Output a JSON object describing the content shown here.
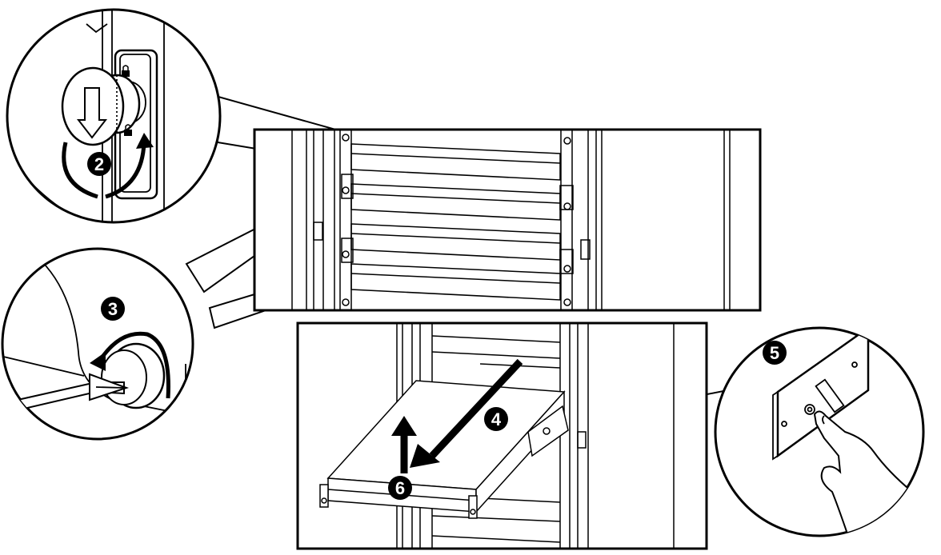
{
  "diagram": {
    "steps": [
      {
        "id": "2",
        "label": "2"
      },
      {
        "id": "3",
        "label": "3"
      },
      {
        "id": "4",
        "label": "4"
      },
      {
        "id": "5",
        "label": "5"
      },
      {
        "id": "6",
        "label": "6"
      }
    ],
    "icons": {
      "lock": "lock-icon",
      "unlock": "unlock-icon"
    },
    "colors": {
      "ink": "#000000",
      "paper": "#ffffff"
    }
  }
}
